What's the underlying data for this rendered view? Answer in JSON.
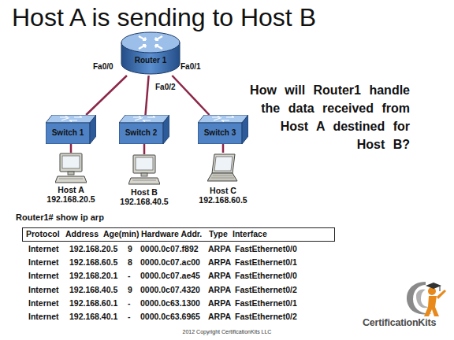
{
  "diagram": {
    "title": "Host A is sending to Host B",
    "nodes": [
      {
        "text": [
          "Router 1"
        ]
      },
      {
        "text": [
          "Switch 1"
        ]
      },
      {
        "text": [
          "Switch 2"
        ]
      },
      {
        "text": [
          "Switch 3"
        ]
      },
      {
        "text": [
          "Host A",
          "192.168.20.5"
        ]
      },
      {
        "text": [
          "Host B",
          "192.168.40.5"
        ]
      },
      {
        "text": [
          "Host C",
          "192.168.60.5"
        ]
      },
      {
        "text": [
          "Protocol",
          "Address",
          "Age(min)",
          "Hardware Addr.",
          "Type",
          "Interface"
        ]
      }
    ],
    "edges": [
      {
        "from": 0,
        "to": 1,
        "arrow": "none",
        "label": "Fa0/0"
      },
      {
        "from": 0,
        "to": 2,
        "arrow": "none",
        "label": "Fa0/2"
      },
      {
        "from": 0,
        "to": 3,
        "arrow": "none",
        "label": "Fa0/1"
      },
      {
        "from": 1,
        "to": 4,
        "arrow": "none"
      },
      {
        "from": 2,
        "to": 5,
        "arrow": "none"
      },
      {
        "from": 3,
        "to": 6,
        "arrow": "none"
      }
    ],
    "labels": [
      "How will Router1 handle the data received from Host A destined for Host B?",
      "Router1# show ip arp",
      "Internet",
      "192.168.20.5",
      "9",
      "0000.0c07.f892",
      "ARPA",
      "FastEthernet0/0",
      "Internet",
      "192.168.60.5",
      "8",
      "0000.0c07.ac00",
      "ARPA",
      "FastEthernet0/1",
      "Internet",
      "192.168.20.1",
      "-",
      "0000.0c07.ae45",
      "ARPA",
      "FastEthernet0/0",
      "Internet",
      "192.168.40.5",
      "9",
      "0000.0c07.4320",
      "ARPA",
      "FastEthernet0/2",
      "Internet",
      "192.168.60.1",
      "-",
      "0000.0c63.1300",
      "ARPA",
      "FastEthernet0/1",
      "Internet",
      "192.168.40.1",
      "-",
      "0000.0c63.6965",
      "ARPA",
      "FastEthernet0/2",
      "CertificationKits",
      "2012 Copyright CertificationKits LLC"
    ]
  }
}
